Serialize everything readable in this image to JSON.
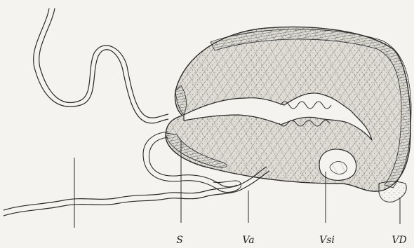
{
  "figure": {
    "labels": {
      "s": "S",
      "va": "Va",
      "vsi": "Vsi",
      "vd": "VD"
    }
  },
  "colors": {
    "ink": "#2a2a2a",
    "paper": "#f4f3ef",
    "tissue": "#dedcd4"
  }
}
